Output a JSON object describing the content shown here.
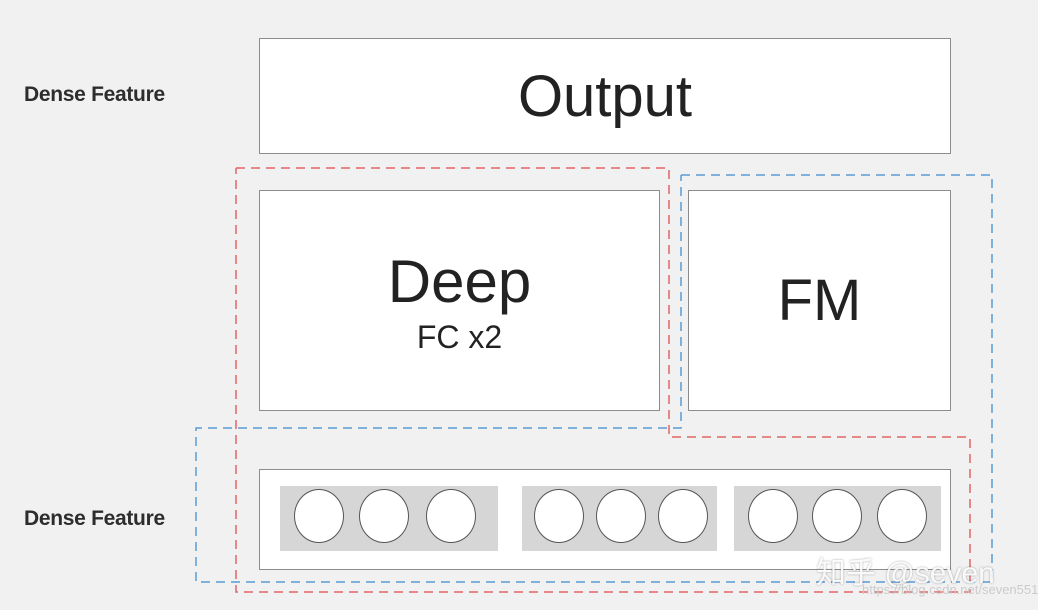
{
  "labels": {
    "top_dense": "Dense Feature",
    "bottom_dense": "Dense Feature"
  },
  "output": {
    "title": "Output"
  },
  "deep": {
    "title": "Deep",
    "subtitle": "FC x2"
  },
  "fm": {
    "title": "FM"
  },
  "input_groups": [
    {
      "nodes": 3
    },
    {
      "nodes": 3
    },
    {
      "nodes": 3
    }
  ],
  "colors": {
    "deep_path": "#e06666",
    "fm_path": "#5b9bd5"
  },
  "watermark": {
    "text": "知乎 @seven",
    "url": "https://blog.csdn.net/seven551"
  }
}
